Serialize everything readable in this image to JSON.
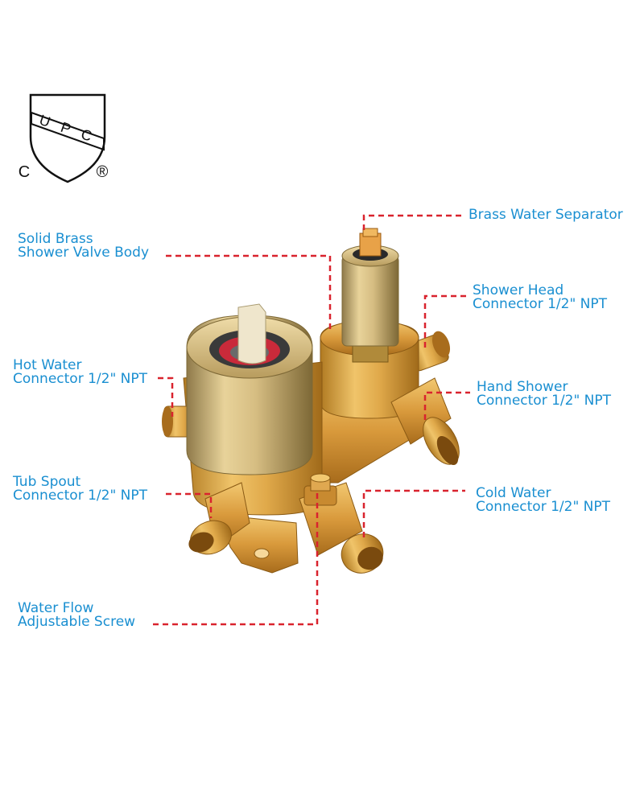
{
  "certification": {
    "shield_text": "UPC",
    "left_mark": "C",
    "right_mark": "®"
  },
  "callouts": [
    {
      "id": "brass-water-separator",
      "lines": [
        "Brass Water Separator"
      ]
    },
    {
      "id": "solid-brass-valve-body",
      "lines": [
        "Solid Brass",
        "Shower Valve Body"
      ]
    },
    {
      "id": "shower-head-connector",
      "lines": [
        "Shower Head",
        "Connector 1/2\" NPT"
      ]
    },
    {
      "id": "hot-water-connector",
      "lines": [
        "Hot Water",
        "Connector 1/2\" NPT"
      ]
    },
    {
      "id": "hand-shower-connector",
      "lines": [
        "Hand Shower",
        "Connector 1/2\" NPT"
      ]
    },
    {
      "id": "tub-spout-connector",
      "lines": [
        "Tub Spout",
        "Connector 1/2\" NPT"
      ]
    },
    {
      "id": "cold-water-connector",
      "lines": [
        "Cold Water",
        "Connector 1/2\" NPT"
      ]
    },
    {
      "id": "water-flow-screw",
      "lines": [
        "Water Flow",
        "Adjustable Screw"
      ]
    }
  ],
  "colors": {
    "label_text": "#1a8fd1",
    "leader_line": "#d9232e",
    "brass": "#d9a84a",
    "brushed_gold": "#c9b27a"
  }
}
